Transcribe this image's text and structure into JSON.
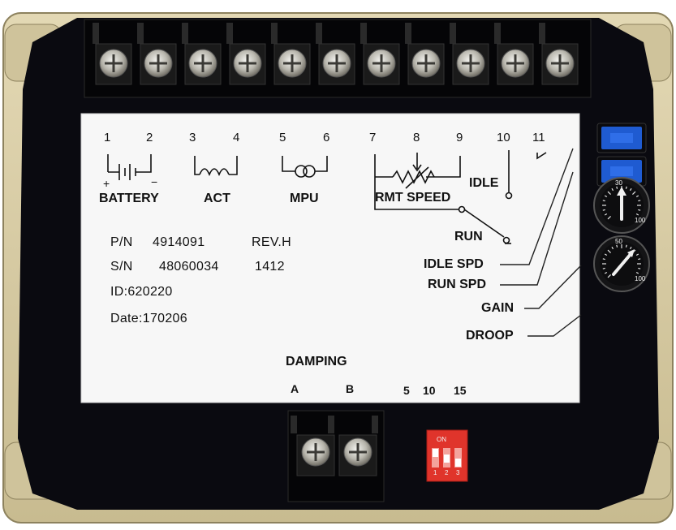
{
  "terminals": {
    "numbers": [
      "1",
      "2",
      "3",
      "4",
      "5",
      "6",
      "7",
      "8",
      "9",
      "10",
      "11"
    ],
    "battery": "BATTERY",
    "act": "ACT",
    "mpu": "MPU",
    "rmt_speed": "RMT SPEED",
    "idle": "IDLE",
    "run": "RUN"
  },
  "info": {
    "pn_key": "P/N",
    "pn_value": "4914091",
    "rev": "REV.H",
    "sn_key": "S/N",
    "sn_value": "48060034",
    "sn_suffix": "1412",
    "id": "ID:620220",
    "date": "Date:170206"
  },
  "adjustments": {
    "idle_spd": "IDLE SPD",
    "run_spd": "RUN SPD",
    "gain": "GAIN",
    "droop": "DROOP"
  },
  "damping": {
    "title": "DAMPING",
    "a": "A",
    "b": "B",
    "values": [
      "5",
      "10",
      "15"
    ]
  },
  "dials": {
    "gain_scale": [
      "30",
      "100"
    ],
    "droop_scale": [
      "50",
      "100"
    ]
  },
  "dip_switch": {
    "on": "ON",
    "positions": [
      "1",
      "2",
      "3"
    ]
  },
  "colors": {
    "case": "#d8cca4",
    "panel": "#0a0a10",
    "label": "#f7f7f7",
    "trimpot": "#1f5bd1",
    "dip": "#e0342b"
  }
}
